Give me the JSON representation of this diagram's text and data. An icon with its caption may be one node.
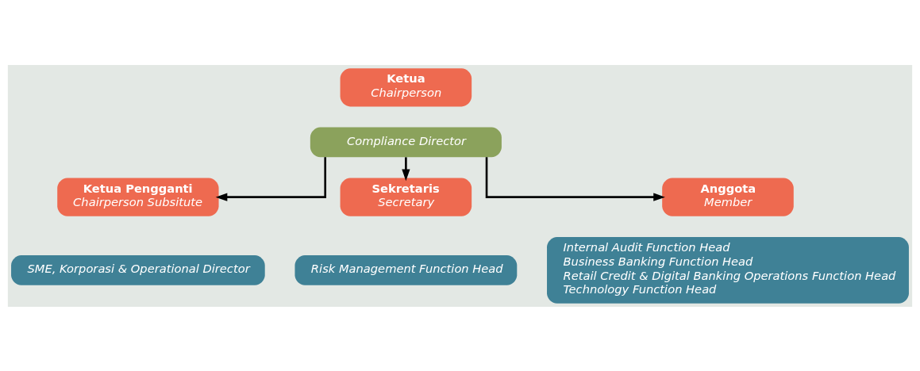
{
  "diagram": {
    "nodes": [
      {
        "text": [
          "Ketua",
          "Chairperson"
        ]
      },
      {
        "text": [
          "Compliance Director"
        ]
      },
      {
        "text": [
          "Ketua Pengganti",
          "Chairperson Subsitute"
        ]
      },
      {
        "text": [
          "SME, Korporasi & Operational Director"
        ]
      },
      {
        "text": [
          "Sekretaris",
          "Secretary"
        ]
      },
      {
        "text": [
          "Risk Management Function Head"
        ]
      },
      {
        "text": [
          "Anggota",
          "Member"
        ]
      },
      {
        "text": [
          "Internal Audit Function Head",
          "Business Banking Function Head",
          "Retail Credit & Digital Banking Operations Function Head",
          "Technology Function Head"
        ]
      }
    ],
    "edges": [
      {
        "from": 1,
        "to": 2,
        "arrow": "to"
      },
      {
        "from": 1,
        "to": 4,
        "arrow": "to"
      },
      {
        "from": 1,
        "to": 6,
        "arrow": "to"
      }
    ]
  }
}
